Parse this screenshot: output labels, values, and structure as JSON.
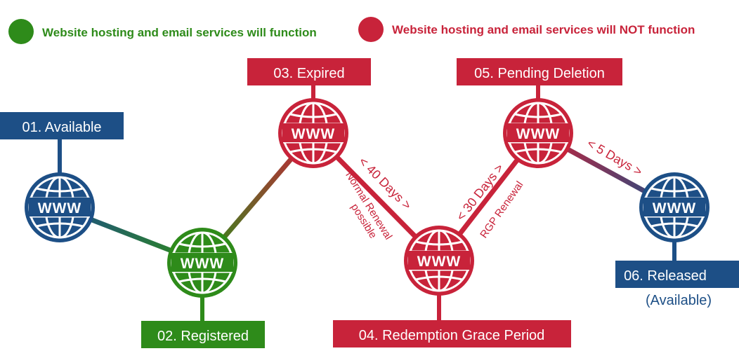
{
  "colors": {
    "green": "#2e8b1a",
    "red": "#c8233a",
    "blue": "#1d4f86",
    "white": "#ffffff"
  },
  "legend": {
    "good": {
      "label": "Website hosting and email services will function",
      "color": "#2e8b1a"
    },
    "bad": {
      "label": "Website hosting and email services will NOT function",
      "color": "#c8233a"
    }
  },
  "globe_label": "WWW",
  "stages": [
    {
      "label": "01. Available",
      "color": "#1d4f86"
    },
    {
      "label": "02. Registered",
      "color": "#2e8b1a"
    },
    {
      "label": "03. Expired",
      "color": "#c8233a"
    },
    {
      "label": "04. Redemption Grace Period",
      "color": "#c8233a"
    },
    {
      "label": "05. Pending Deletion",
      "color": "#c8233a"
    },
    {
      "label": "06. Released",
      "sublabel": "(Available)",
      "color": "#1d4f86"
    }
  ],
  "durations": {
    "expired_to_rgp": {
      "text": "< 40 Days >",
      "note_line1": "Normal Renewal",
      "note_line2": "possible"
    },
    "rgp_to_pending": {
      "text": "< 30 Days >",
      "note": "RGP Renewal"
    },
    "pending_to_released": {
      "text": "< 5 Days >"
    }
  }
}
